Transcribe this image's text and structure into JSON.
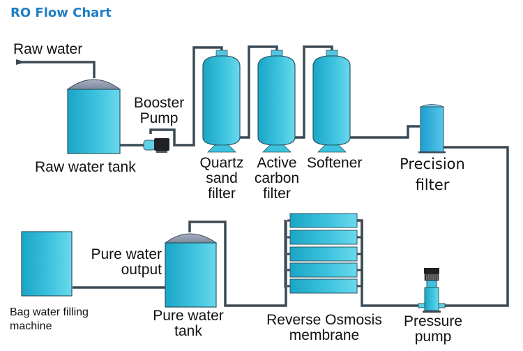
{
  "title": "RO Flow Chart",
  "colors": {
    "title": "#1f7fc4",
    "pipe": "#3b4a55",
    "vessel_light": "#62d3ea",
    "vessel_dark": "#1ba9c8",
    "dome": "#8e9aad",
    "motor": "#1e2226"
  },
  "components": {
    "raw_water": "Raw water",
    "raw_water_tank": "Raw water tank",
    "booster_pump": [
      "Booster",
      "Pump"
    ],
    "quartz_sand_filter": [
      "Quartz",
      "sand",
      "filter"
    ],
    "active_carbon_filter": [
      "Active",
      "carbon",
      "filter"
    ],
    "softener": "Softener",
    "precision_filter": [
      "Precision",
      "filter"
    ],
    "pressure_pump": [
      "Pressure",
      "pump"
    ],
    "ro_membrane": [
      "Reverse Osmosis",
      "membrane"
    ],
    "pure_water_tank": [
      "Pure water",
      "tank"
    ],
    "pure_water_output": [
      "Pure water",
      "output"
    ],
    "bag_filling_machine": [
      "Bag water filling",
      "machine"
    ]
  },
  "icons": {
    "inlet": "arrow-right-icon"
  }
}
